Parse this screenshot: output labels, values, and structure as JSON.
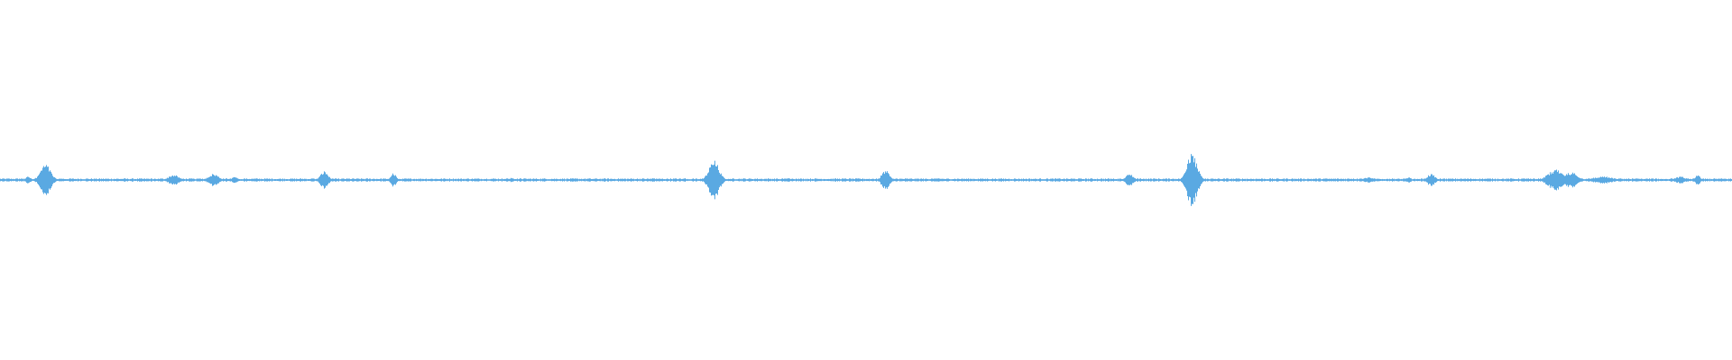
{
  "waveform": {
    "color": "#5aa9e2",
    "baseline_amplitude": 0.006,
    "peaks": [
      {
        "position": 0.026,
        "amplitude": 0.09,
        "width": 0.004
      },
      {
        "position": 0.016,
        "amplitude": 0.02,
        "width": 0.002
      },
      {
        "position": 0.1,
        "amplitude": 0.03,
        "width": 0.004
      },
      {
        "position": 0.123,
        "amplitude": 0.035,
        "width": 0.004
      },
      {
        "position": 0.135,
        "amplitude": 0.02,
        "width": 0.002
      },
      {
        "position": 0.187,
        "amplitude": 0.05,
        "width": 0.003
      },
      {
        "position": 0.227,
        "amplitude": 0.04,
        "width": 0.002
      },
      {
        "position": 0.295,
        "amplitude": 0.012,
        "width": 0.002
      },
      {
        "position": 0.377,
        "amplitude": 0.012,
        "width": 0.001
      },
      {
        "position": 0.395,
        "amplitude": 0.012,
        "width": 0.001
      },
      {
        "position": 0.412,
        "amplitude": 0.11,
        "width": 0.004
      },
      {
        "position": 0.455,
        "amplitude": 0.01,
        "width": 0.002
      },
      {
        "position": 0.511,
        "amplitude": 0.055,
        "width": 0.003
      },
      {
        "position": 0.54,
        "amplitude": 0.01,
        "width": 0.002
      },
      {
        "position": 0.652,
        "amplitude": 0.035,
        "width": 0.003
      },
      {
        "position": 0.688,
        "amplitude": 0.15,
        "width": 0.004
      },
      {
        "position": 0.79,
        "amplitude": 0.015,
        "width": 0.004
      },
      {
        "position": 0.813,
        "amplitude": 0.015,
        "width": 0.002
      },
      {
        "position": 0.826,
        "amplitude": 0.035,
        "width": 0.003
      },
      {
        "position": 0.898,
        "amplitude": 0.06,
        "width": 0.006
      },
      {
        "position": 0.907,
        "amplitude": 0.045,
        "width": 0.005
      },
      {
        "position": 0.925,
        "amplitude": 0.02,
        "width": 0.008
      },
      {
        "position": 0.97,
        "amplitude": 0.02,
        "width": 0.004
      },
      {
        "position": 0.98,
        "amplitude": 0.03,
        "width": 0.002
      }
    ]
  }
}
